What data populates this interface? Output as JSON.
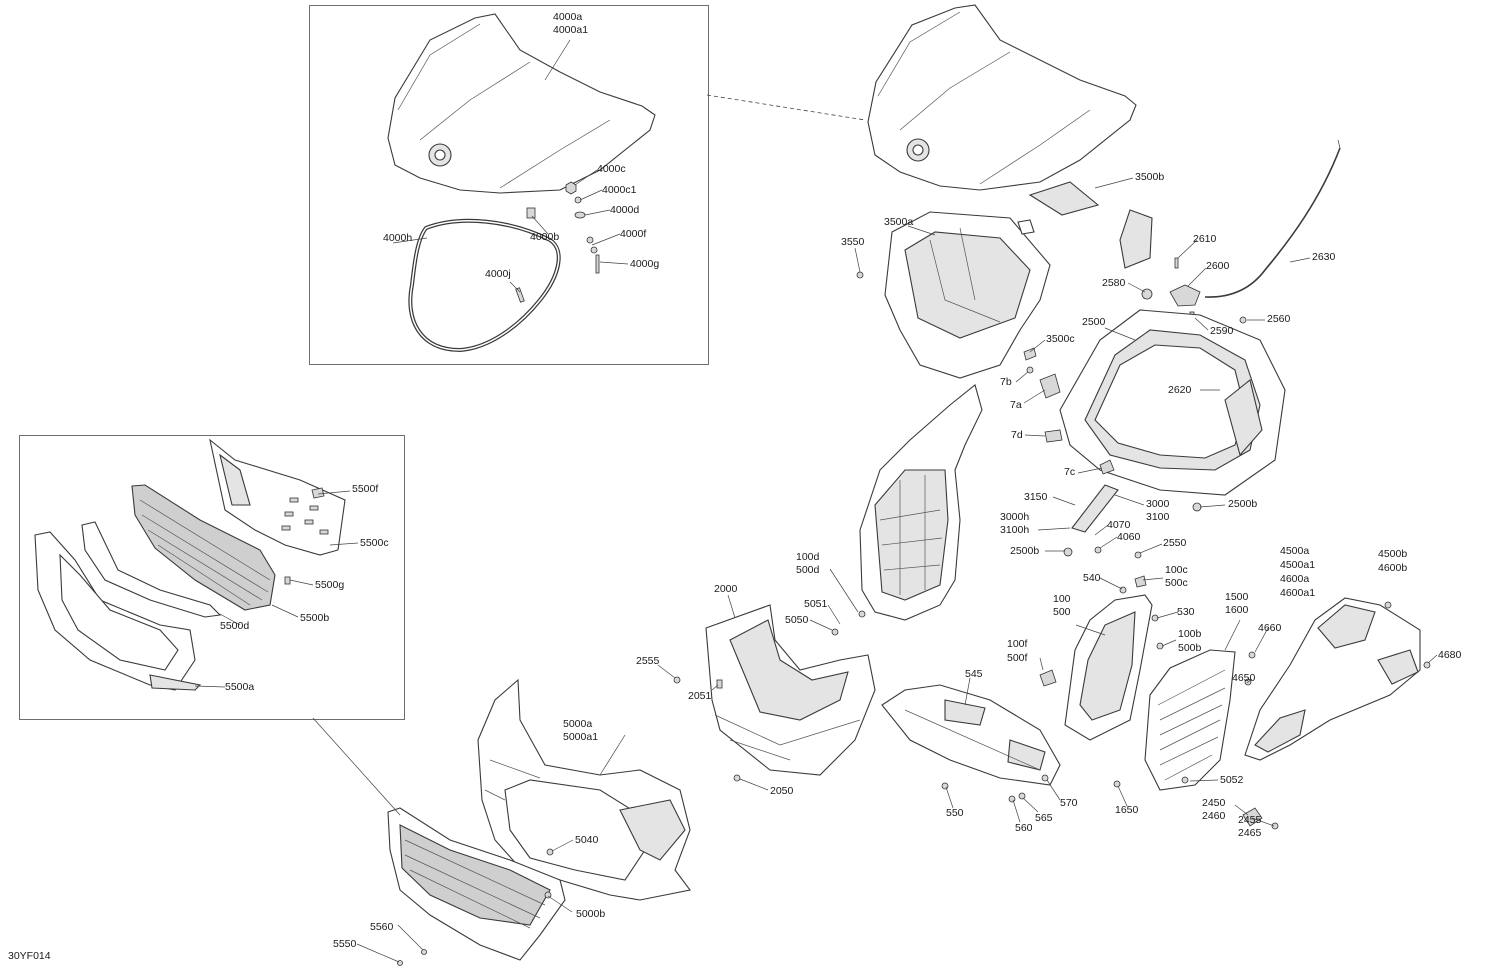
{
  "diagram_ref": "30YF014",
  "labels": {
    "l_4000a": "4000a",
    "l_4000a1": "4000a1",
    "l_4000c": "4000c",
    "l_4000c1": "4000c1",
    "l_4000d": "4000d",
    "l_4000b": "4000b",
    "l_4000f": "4000f",
    "l_4000g": "4000g",
    "l_4000h": "4000h",
    "l_4000j": "4000j",
    "l_5500f": "5500f",
    "l_5500c": "5500c",
    "l_5500g": "5500g",
    "l_5500d": "5500d",
    "l_5500b": "5500b",
    "l_5500a": "5500a",
    "l_3500b": "3500b",
    "l_3500a": "3500a",
    "l_3550": "3550",
    "l_2610": "2610",
    "l_2630": "2630",
    "l_2600": "2600",
    "l_2580": "2580",
    "l_2560": "2560",
    "l_2590": "2590",
    "l_2500": "2500",
    "l_3500c": "3500c",
    "l_7b": "7b",
    "l_7a": "7a",
    "l_2620": "2620",
    "l_7d": "7d",
    "l_7c": "7c",
    "l_3150": "3150",
    "l_3000": "3000",
    "l_3100": "3100",
    "l_2500b_r": "2500b",
    "l_3000h": "3000h",
    "l_3100h": "3100h",
    "l_4070": "4070",
    "l_4060": "4060",
    "l_2500b_l": "2500b",
    "l_2550": "2550",
    "l_100d": "100d",
    "l_500d": "500d",
    "l_540": "540",
    "l_100c": "100c",
    "l_500c": "500c",
    "l_4500a": "4500a",
    "l_4500a1": "4500a1",
    "l_4600a": "4600a",
    "l_4600a1": "4600a1",
    "l_4500b": "4500b",
    "l_4600b": "4600b",
    "l_2000": "2000",
    "l_5051": "5051",
    "l_5050": "5050",
    "l_100": "100",
    "l_500": "500",
    "l_530": "530",
    "l_1500": "1500",
    "l_1600": "1600",
    "l_4660": "4660",
    "l_100b": "100b",
    "l_500b": "500b",
    "l_4680": "4680",
    "l_2555": "2555",
    "l_100f": "100f",
    "l_500f": "500f",
    "l_545": "545",
    "l_4650": "4650",
    "l_2051": "2051",
    "l_5000a": "5000a",
    "l_5000a1": "5000a1",
    "l_5052": "5052",
    "l_2050": "2050",
    "l_2450": "2450",
    "l_2460": "2460",
    "l_550": "550",
    "l_570": "570",
    "l_565": "565",
    "l_560": "560",
    "l_1650": "1650",
    "l_2455": "2455",
    "l_2465": "2465",
    "l_5040": "5040",
    "l_5000b": "5000b",
    "l_5560": "5560",
    "l_5550": "5550"
  },
  "colors": {
    "line": "#3a3a3a",
    "shade": "#e4e4e4",
    "frame": "#6e6e6e"
  }
}
